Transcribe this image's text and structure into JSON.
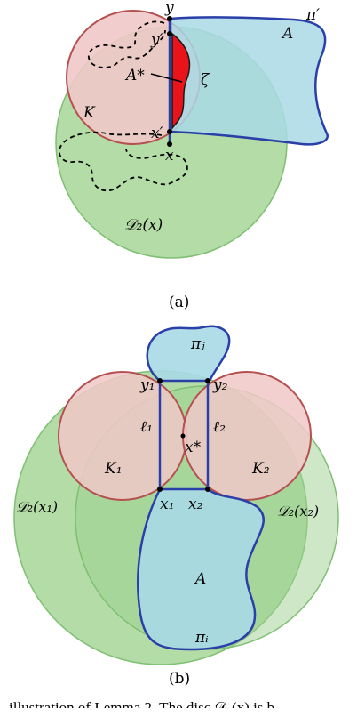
{
  "panel_a": {
    "label_y": "y",
    "label_y_prime": "y′",
    "label_x_prime": "x′",
    "label_x": "x",
    "label_A_star": "A*",
    "label_zeta": "ζ",
    "label_K": "K",
    "label_A": "A",
    "label_pi_prime": "π′",
    "label_D2x": "𝒟₂(x)",
    "caption": "(a)"
  },
  "panel_b": {
    "label_pi_j": "πⱼ",
    "label_y1": "y₁",
    "label_y2": "y₂",
    "label_l1": "ℓ₁",
    "label_l2": "ℓ₂",
    "label_x_star": "x*",
    "label_K1": "K₁",
    "label_K2": "K₂",
    "label_D2x1": "𝒟₂(x₁)",
    "label_D2x2": "𝒟₂(x₂)",
    "label_x1": "x₁",
    "label_x2": "x₂",
    "label_A": "A",
    "label_pi_i": "πᵢ",
    "caption": "(b)"
  },
  "footer_text": "illustration of Lemma 2. The disc 𝒟₂(x) is b",
  "colors": {
    "green_disc": "#b3dca6",
    "green_border": "#7fbf73",
    "pink_disc": "#f0c8c8",
    "red_border": "#b55050",
    "blue_region": "#a9d9e6",
    "blue_border": "#2b3fa8",
    "red_fill": "#e8141a",
    "dark_green": "#9ccf8f"
  }
}
